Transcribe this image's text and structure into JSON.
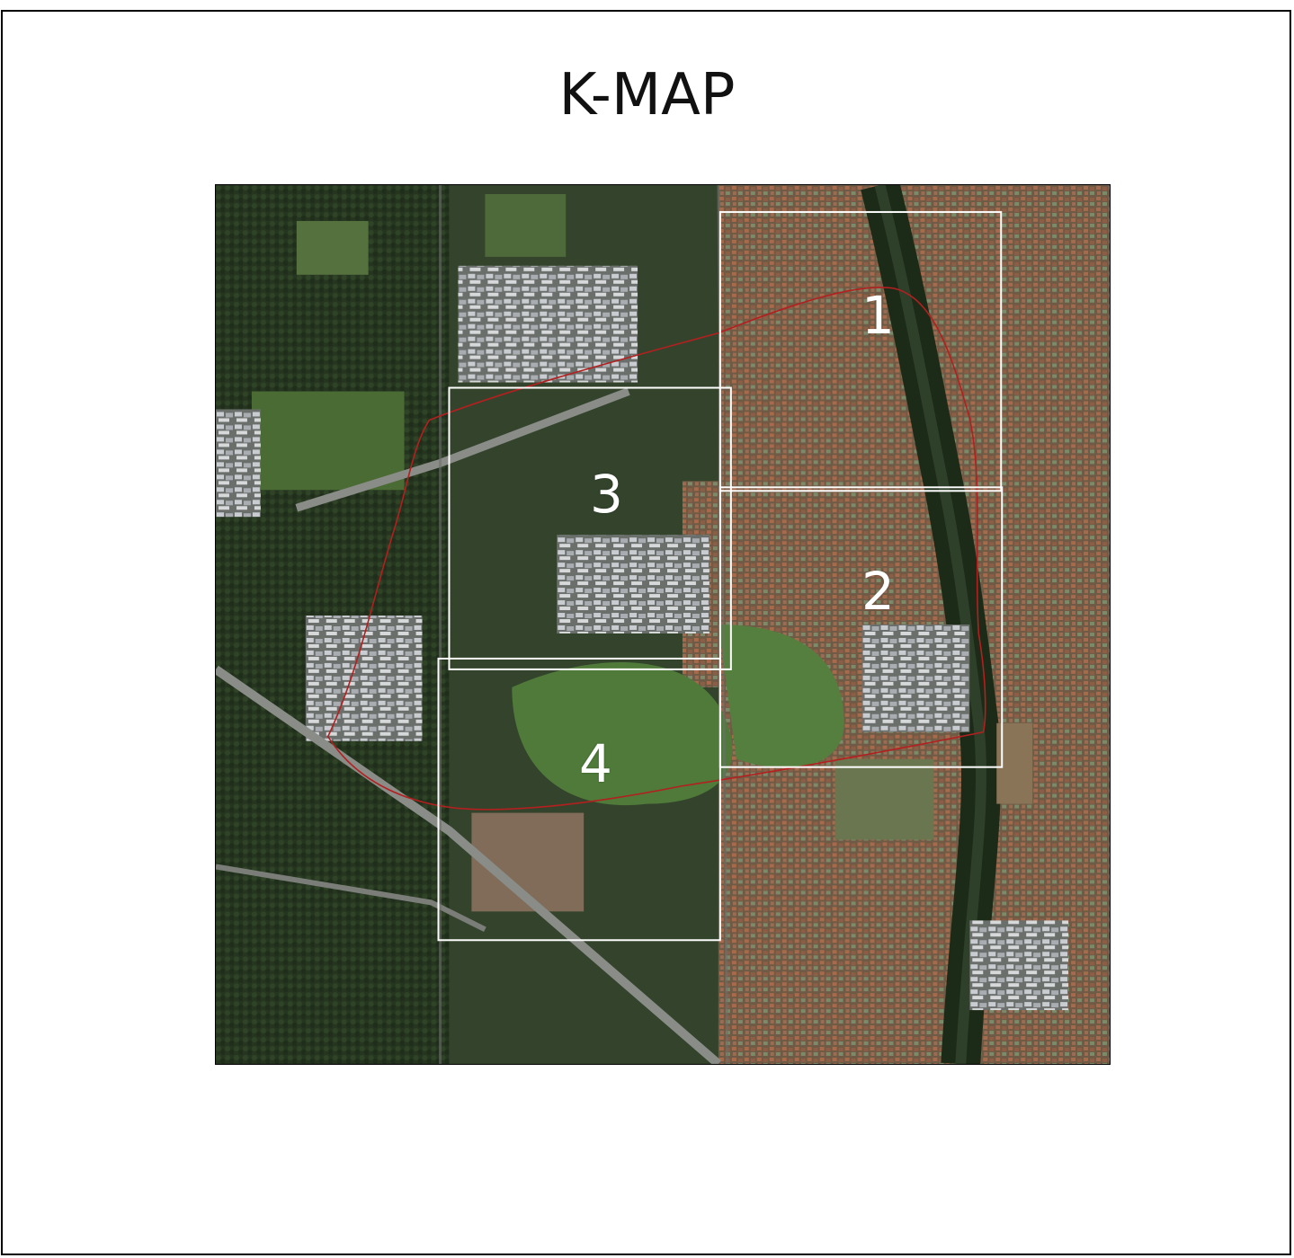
{
  "title": "K-MAP",
  "map": {
    "imagery": "aerial-satellite",
    "boundary_color": "#b41f1f",
    "tile_outline_color": "#ffffff",
    "tiles": [
      {
        "label": "1"
      },
      {
        "label": "2"
      },
      {
        "label": "3"
      },
      {
        "label": "4"
      }
    ]
  }
}
